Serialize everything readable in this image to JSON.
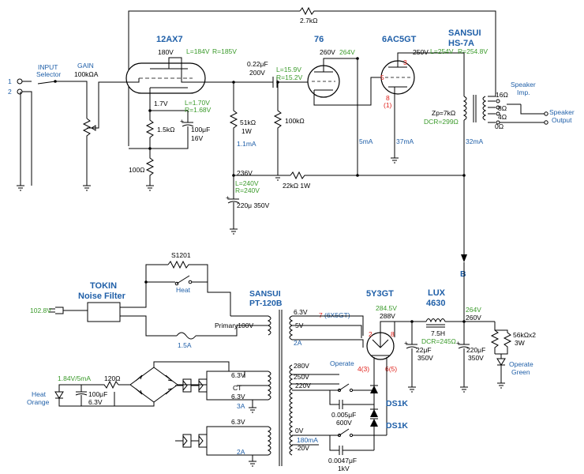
{
  "colors": {
    "wire": "#000000",
    "label_blue": "#1f5fa8",
    "voltage_green": "#3a9a2a",
    "pin_red": "#e0201a"
  },
  "amp": {
    "feedback_resistor": "2.7kΩ",
    "input_label": "INPUT",
    "input_selector_label": "Selector",
    "jack1": "1",
    "jack2": "2",
    "gain_label": "GAIN",
    "gain_value": "100kΩA",
    "v1_name": "12AX7",
    "v1_plate": "180V",
    "v1_plate_l": "L=184V",
    "v1_plate_r": "R=185V",
    "v1_cathode": "1.7V",
    "v1_cathode_l": "L=1.70V",
    "v1_cathode_r": "R=1.68V",
    "r_cathode": "1.5kΩ",
    "c_cathode": "100μF",
    "c_cathode_v": "16V",
    "r_nfb": "100Ω",
    "coupling_cap": "0.22μF",
    "coupling_v": "200V",
    "v1_load": "51kΩ",
    "v1_load_w": "1W",
    "v1_current": "1.1mA",
    "v2_name": "76",
    "v2_plate": "260V",
    "v2_plate_g": "264V",
    "v2_grid_l": "L=15.9V",
    "v2_grid_r": "R=15.2V",
    "v2_grid_r_val": "100kΩ",
    "v2_current": "5mA",
    "v3_name": "6AC5GT",
    "v3_pin3": "3",
    "v3_pin5": "5",
    "v3_pin8": "8",
    "v3_pin8b": "(1)",
    "v3_current": "37mA",
    "b_plus": "250V",
    "b_plus_l": "L=254V",
    "b_plus_r": "R=254.8V",
    "ot_brand": "SANSUI",
    "ot_model": "HS-7A",
    "ot_zp": "Zp=7kΩ",
    "ot_dcr": "DCR=299Ω",
    "ot_current": "32mA",
    "tap16": "16Ω",
    "tap8": "8Ω",
    "tap4": "4Ω",
    "tap0": "0Ω",
    "spk_imp1": "Speaker",
    "spk_imp2": "Imp.",
    "spk_out1": "Speaker",
    "spk_out2": "Output",
    "dec_v": "236V",
    "dec_l": "L=240V",
    "dec_r": "R=240V",
    "dec_res": "22kΩ 1W",
    "dec_cap": "220μ 350V"
  },
  "psu": {
    "b_label": "B",
    "s1201": "S1201",
    "heat_sw": "Heat",
    "tokin1": "TOKIN",
    "tokin2": "Noise Filter",
    "mains": "102.8V",
    "fuse": "1.5A",
    "pt_brand": "SANSUI",
    "pt_model": "PT-120B",
    "primary": "Primary100V",
    "s63": "6.3V",
    "s63_pin": "7",
    "s63_tube": "(6X5GT)",
    "s5v": "5V",
    "s2a": "2A",
    "s280": "280V",
    "s250": "250V",
    "s220": "220V",
    "h63a": "6.3V",
    "h_ct": "CT",
    "h63b": "6.3V",
    "h3a": "3A",
    "h63c": "6.3V",
    "h2a": "2A",
    "b0v": "0V",
    "b180ma": "180mA",
    "bm20": "-20V",
    "rect_name": "5Y3GT",
    "rect_v1": "284.5V",
    "rect_v2": "288V",
    "rect_pin2": "2",
    "rect_pin8": "8",
    "rect_pin4": "4(3)",
    "rect_pin6": "6(5)",
    "operate": "Operate",
    "c_snub1": "0.005μF",
    "c_snub1_v": "600V",
    "c_snub2": "0.0047μF",
    "c_snub2_v": "1kV",
    "ds1": "DS1K",
    "ds2": "DS1K",
    "choke_brand": "LUX",
    "choke_model": "4630",
    "choke_l": "7.5H",
    "choke_dcr": "DCR=245Ω",
    "c22": "22μF",
    "c22_v": "350V",
    "out_v1": "264V",
    "out_v2": "260V",
    "c220": "220μF",
    "c220_v": "350V",
    "bleed": "56kΩx2",
    "bleed_w": "3W",
    "led_op1": "Operate",
    "led_op2": "Green",
    "led_heat_v": "1.84V/5mA",
    "led_heat_r": "120Ω",
    "led_heat_c": "100μF",
    "led_heat_cv": "6.3V",
    "led_heat1": "Heat",
    "led_heat2": "Orange"
  }
}
